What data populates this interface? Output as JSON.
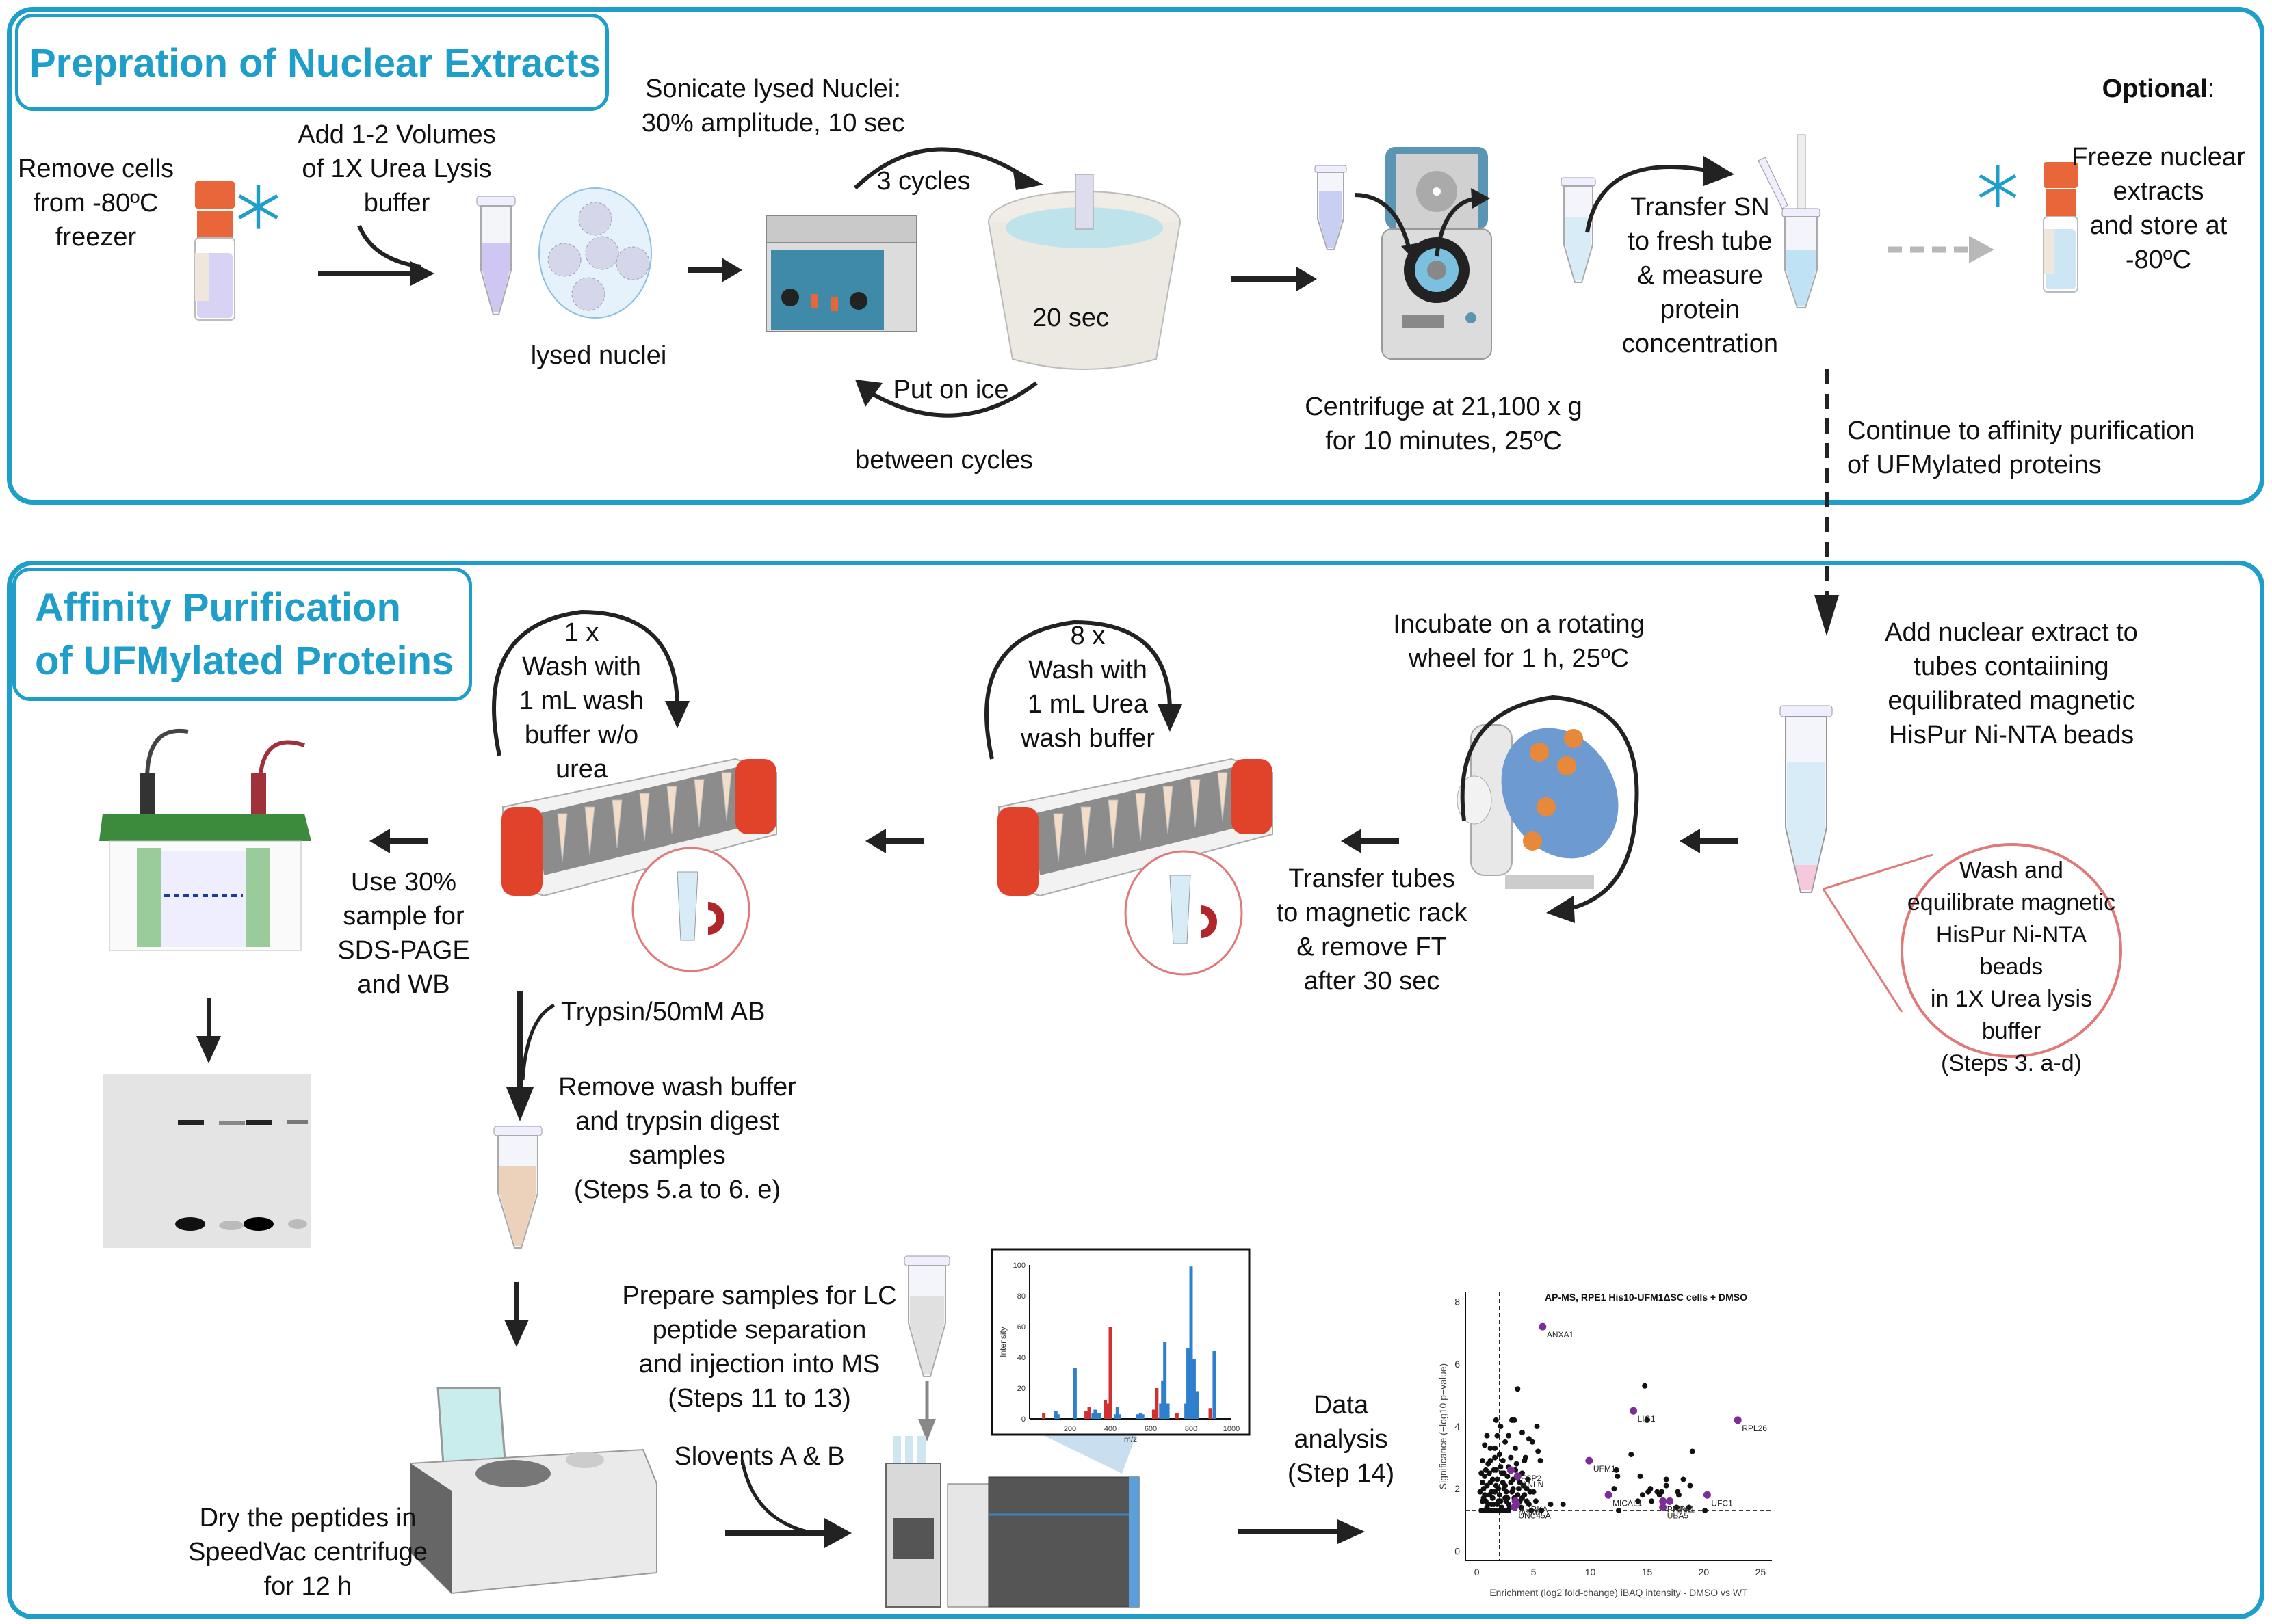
{
  "colors": {
    "accent": "#1f9ec9",
    "arrow": "#222222",
    "arrow_optional": "#b8b8b8",
    "tube_cap": "#e8663a",
    "magnifier_ring": "#e07a7a",
    "ms_red": "#d03030",
    "ms_blue": "#2f7fcf",
    "volcano_point": "#111111",
    "volcano_highlight": "#7a2e96"
  },
  "panel1": {
    "title": "Prepration of Nuclear Extracts",
    "steps": {
      "remove_cells": "Remove cells\nfrom -80ºC\nfreezer",
      "add_buffer": "Add 1-2 Volumes\nof 1X Urea Lysis\nbuffer",
      "lysed_nuclei": "lysed nuclei",
      "sonicate": "Sonicate lysed Nuclei:\n30% amplitude, 10 sec",
      "cycles": "3 cycles",
      "ice_time": "20 sec",
      "put_on_ice": "Put on ice",
      "between_cycles": "between cycles",
      "centrifuge": "Centrifuge at 21,100 x g\nfor 10 minutes, 25ºC",
      "transfer_sn": "Transfer SN\nto fresh tube\n& measure\nprotein\nconcentration",
      "optional_label": "Optional",
      "optional_text": "Freeze nuclear\nextracts\nand store at\n-80ºC",
      "continue": "Continue to affinity purification\nof UFMylated proteins"
    },
    "icons": [
      "cryovial-icon",
      "snowflake-icon",
      "microtube-icon",
      "nuclei-magnifier-icon",
      "sonicator-bath-icon",
      "ice-bucket-icon",
      "centrifuge-icon",
      "pipette-icon",
      "cryovial-icon",
      "snowflake-icon"
    ]
  },
  "panel2": {
    "title_line1": "Affinity Purification",
    "title_line2": "of UFMylated Proteins",
    "steps": {
      "add_extract": "Add nuclear extract to\ntubes contaiining\nequilibrated magnetic\nHisPur Ni-NTA beads",
      "wash_equilibrate": "Wash and\nequilibrate magnetic\nHisPur Ni-NTA beads\nin 1X Urea lysis buffer\n(Steps 3. a-d)",
      "incubate": "Incubate on a rotating\nwheel for 1 h, 25ºC",
      "transfer_tubes": "Transfer tubes\nto magnetic rack\n& remove FT\nafter 30 sec",
      "wash_urea": "8 x\nWash with\n1 mL Urea\nwash buffer",
      "wash_no_urea": "1 x\nWash with\n1 mL wash\nbuffer w/o\nurea",
      "sds_page": "Use 30%\nsample for\nSDS-PAGE\nand WB",
      "trypsin": "Trypsin/50mM AB",
      "digest": "Remove wash buffer\nand trypsin digest\nsamples\n(Steps 5.a to 6. e)",
      "dry": "Dry the peptides in\nSpeedVac centrifuge\nfor 12 h",
      "prepare_lc": "Prepare samples for LC\npeptide separation\nand injection into MS\n(Steps 11 to 13)",
      "solvents": "Slovents A & B",
      "data_analysis": "Data analysis\n(Step 14)"
    },
    "icons": [
      "microtube-icon",
      "rotator-wheel-icon",
      "magnetic-rack-icon",
      "magnet-icon",
      "gel-electrophoresis-icon",
      "western-blot-icon",
      "speedvac-icon",
      "lc-ms-instrument-icon"
    ]
  },
  "chart_data": [
    {
      "type": "bar",
      "title": "",
      "xlabel": "m/z",
      "ylabel": "Intensity",
      "xlim": [
        0,
        1000
      ],
      "ylim": [
        0,
        100
      ],
      "xticks": [
        200,
        400,
        600,
        800,
        1000
      ],
      "yticks": [
        0,
        20,
        40,
        60,
        80,
        100
      ],
      "series": [
        {
          "name": "red",
          "x": [
            70,
            280,
            295,
            375,
            390,
            400,
            615,
            630,
            730,
            895
          ],
          "values": [
            4,
            5,
            8,
            12,
            10,
            60,
            6,
            20,
            4,
            7
          ]
        },
        {
          "name": "blue",
          "x": [
            130,
            140,
            225,
            315,
            325,
            335,
            345,
            425,
            435,
            445,
            535,
            550,
            560,
            650,
            660,
            670,
            685,
            775,
            785,
            800,
            815,
            830,
            915
          ],
          "values": [
            5,
            3,
            33,
            4,
            6,
            4,
            4,
            3,
            8,
            3,
            3,
            4,
            3,
            10,
            25,
            50,
            10,
            10,
            46,
            99,
            39,
            18,
            44
          ]
        }
      ]
    },
    {
      "type": "scatter",
      "title": "AP-MS, RPE1 His10-UFM1ΔSC cells + DMSO",
      "xlabel": "Enrichment (log2 fold-change) iBAQ intensity - DMSO vs WT",
      "ylabel": "Significance (−log10 p−value)",
      "xlim": [
        -1,
        26
      ],
      "ylim": [
        -0.3,
        8.3
      ],
      "xticks": [
        0,
        5,
        10,
        15,
        20,
        25
      ],
      "yticks": [
        0,
        2,
        4,
        6,
        8
      ],
      "thresholds": {
        "x": 2,
        "y": 1.3
      },
      "highlighted": [
        {
          "label": "ANXA1",
          "x": 5.8,
          "y": 7.2
        },
        {
          "label": "LIG1",
          "x": 13.8,
          "y": 4.5
        },
        {
          "label": "RPL26",
          "x": 23.0,
          "y": 4.2
        },
        {
          "label": "UFM1",
          "x": 9.9,
          "y": 2.9
        },
        {
          "label": "UFSP2",
          "x": 3.0,
          "y": 2.6
        },
        {
          "label": "ANLN",
          "x": 3.6,
          "y": 2.4
        },
        {
          "label": "AURKA",
          "x": 3.4,
          "y": 1.6
        },
        {
          "label": "ATM",
          "x": 3.5,
          "y": 1.5
        },
        {
          "label": "UNC45A",
          "x": 3.3,
          "y": 1.4
        },
        {
          "label": "MICAL1",
          "x": 11.6,
          "y": 1.8
        },
        {
          "label": "UBA5",
          "x": 16.4,
          "y": 1.4
        },
        {
          "label": "PRIM2",
          "x": 16.4,
          "y": 1.6
        },
        {
          "label": "RPA1",
          "x": 17.0,
          "y": 1.6
        },
        {
          "label": "UFC1",
          "x": 20.3,
          "y": 1.8
        }
      ],
      "other_points": [
        [
          3.6,
          5.2
        ],
        [
          14.8,
          5.3
        ],
        [
          15.0,
          4.2
        ],
        [
          3.3,
          4.2
        ],
        [
          3.1,
          4.2
        ],
        [
          1.7,
          4.2
        ],
        [
          5.3,
          4.0
        ],
        [
          2.1,
          4.0
        ],
        [
          0.9,
          3.7
        ],
        [
          1.8,
          3.7
        ],
        [
          2.8,
          3.7
        ],
        [
          4.0,
          3.8
        ],
        [
          4.6,
          3.6
        ],
        [
          4.9,
          3.5
        ],
        [
          0.7,
          3.4
        ],
        [
          2.5,
          3.5
        ],
        [
          3.4,
          3.3
        ],
        [
          5.4,
          3.2
        ],
        [
          1.2,
          3.3
        ],
        [
          1.6,
          3.3
        ],
        [
          13.6,
          3.1
        ],
        [
          19.0,
          3.2
        ],
        [
          5.6,
          2.9
        ],
        [
          4.3,
          3.0
        ],
        [
          12.3,
          2.6
        ],
        [
          12.4,
          2.4
        ],
        [
          14.4,
          2.4
        ],
        [
          16.7,
          2.3
        ],
        [
          18.2,
          2.3
        ],
        [
          18.8,
          2.1
        ],
        [
          16.7,
          2.1
        ],
        [
          15.3,
          2.0
        ],
        [
          15.9,
          1.9
        ],
        [
          16.3,
          1.9
        ],
        [
          17.8,
          1.8
        ],
        [
          17.7,
          1.9
        ],
        [
          12.1,
          2.0
        ],
        [
          14.6,
          1.8
        ],
        [
          15.1,
          1.9
        ],
        [
          14.2,
          1.6
        ],
        [
          15.4,
          1.6
        ],
        [
          16.1,
          1.8
        ],
        [
          18.7,
          1.4
        ],
        [
          20.1,
          1.3
        ],
        [
          12.5,
          1.3
        ],
        [
          17.6,
          1.4
        ],
        [
          6.5,
          1.5
        ],
        [
          7.6,
          1.5
        ],
        [
          5.7,
          1.3
        ],
        [
          4.8,
          1.3
        ],
        [
          0.4,
          2.5
        ],
        [
          0.5,
          2.2
        ],
        [
          0.6,
          2.0
        ],
        [
          0.7,
          1.8
        ],
        [
          0.8,
          1.6
        ],
        [
          0.9,
          1.4
        ],
        [
          1.0,
          2.8
        ],
        [
          1.1,
          2.5
        ],
        [
          1.2,
          2.2
        ],
        [
          1.3,
          1.9
        ],
        [
          1.4,
          1.7
        ],
        [
          1.5,
          1.5
        ],
        [
          1.6,
          3.0
        ],
        [
          1.7,
          2.6
        ],
        [
          1.8,
          2.3
        ],
        [
          1.9,
          2.0
        ],
        [
          2.0,
          1.8
        ],
        [
          2.1,
          1.6
        ],
        [
          2.2,
          1.4
        ],
        [
          2.3,
          2.9
        ],
        [
          2.4,
          2.5
        ],
        [
          2.5,
          2.1
        ],
        [
          2.6,
          1.9
        ],
        [
          2.7,
          1.7
        ],
        [
          2.8,
          1.5
        ],
        [
          2.9,
          1.4
        ],
        [
          3.0,
          2.2
        ],
        [
          3.1,
          1.9
        ],
        [
          3.2,
          2.0
        ],
        [
          3.3,
          1.7
        ],
        [
          3.5,
          2.8
        ],
        [
          3.7,
          2.0
        ],
        [
          3.8,
          1.6
        ],
        [
          3.9,
          1.4
        ],
        [
          4.0,
          2.5
        ],
        [
          4.1,
          2.1
        ],
        [
          4.2,
          1.8
        ],
        [
          4.4,
          1.6
        ],
        [
          4.5,
          2.3
        ],
        [
          4.7,
          1.9
        ],
        [
          0.4,
          1.3
        ],
        [
          0.6,
          1.3
        ],
        [
          0.8,
          1.3
        ],
        [
          1.0,
          1.3
        ],
        [
          1.2,
          1.3
        ],
        [
          1.4,
          1.3
        ],
        [
          1.6,
          1.3
        ],
        [
          1.8,
          1.3
        ],
        [
          2.0,
          1.3
        ],
        [
          2.2,
          1.3
        ],
        [
          2.4,
          1.3
        ],
        [
          2.6,
          1.3
        ],
        [
          2.8,
          1.3
        ],
        [
          0.5,
          1.6
        ],
        [
          0.7,
          2.4
        ],
        [
          0.9,
          2.1
        ],
        [
          1.1,
          1.8
        ],
        [
          1.3,
          1.5
        ],
        [
          1.5,
          2.6
        ],
        [
          1.7,
          2.1
        ],
        [
          1.9,
          1.6
        ],
        [
          2.1,
          2.7
        ],
        [
          2.3,
          2.2
        ],
        [
          2.5,
          1.7
        ],
        [
          2.7,
          2.4
        ],
        [
          0.3,
          1.9
        ],
        [
          0.5,
          2.9
        ],
        [
          0.6,
          1.7
        ],
        [
          0.8,
          2.6
        ],
        [
          1.0,
          1.5
        ],
        [
          1.2,
          2.9
        ],
        [
          1.4,
          2.3
        ],
        [
          1.6,
          1.9
        ],
        [
          1.8,
          1.5
        ],
        [
          2.0,
          3.1
        ],
        [
          2.2,
          2.5
        ],
        [
          2.4,
          2.0
        ],
        [
          2.6,
          1.6
        ],
        [
          2.8,
          2.7
        ],
        [
          3.0,
          3.0
        ],
        [
          3.2,
          2.3
        ],
        [
          3.4,
          2.6
        ],
        [
          3.6,
          1.8
        ],
        [
          3.8,
          2.2
        ],
        [
          4.0,
          1.7
        ],
        [
          4.2,
          2.9
        ],
        [
          4.4,
          2.0
        ],
        [
          4.6,
          1.5
        ],
        [
          5.0,
          1.9
        ],
        [
          5.2,
          1.6
        ]
      ]
    }
  ]
}
